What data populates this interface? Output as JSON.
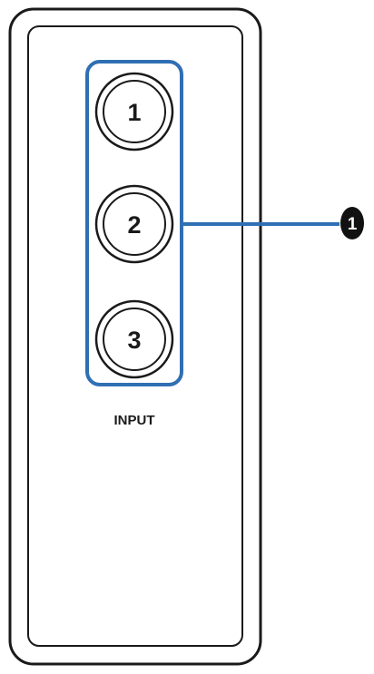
{
  "buttons": [
    {
      "label": "1"
    },
    {
      "label": "2"
    },
    {
      "label": "3"
    }
  ],
  "input_label": "INPUT",
  "callout": {
    "number": "1"
  },
  "colors": {
    "outline": "#1a1a1a",
    "highlight": "#2f6fb3",
    "background": "#ffffff"
  }
}
